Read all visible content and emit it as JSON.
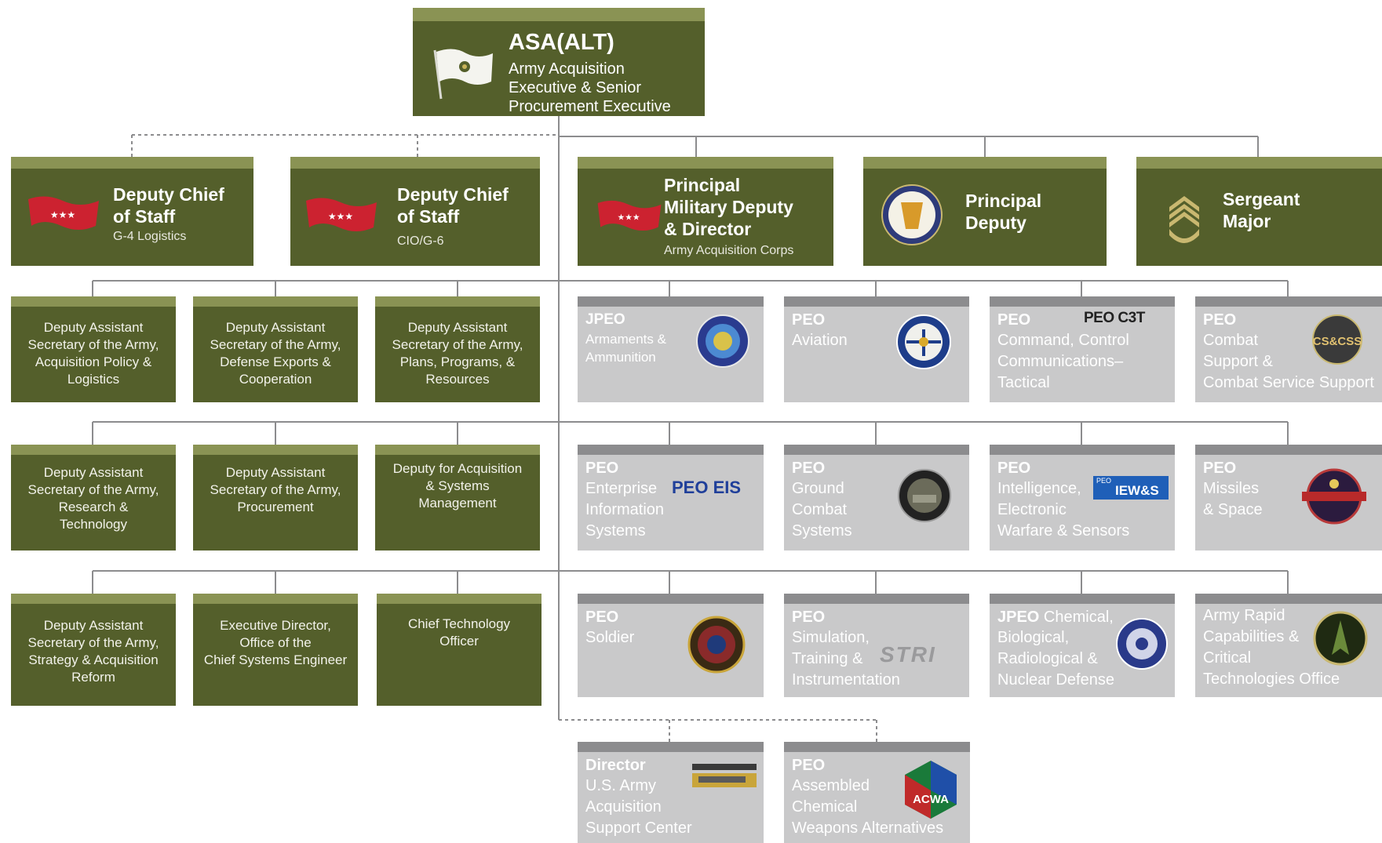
{
  "colors": {
    "green_box": "#545f2b",
    "green_band": "#8a9354",
    "gray_box": "#c9c9ca",
    "gray_band": "#8c8c8e",
    "connector": "#8c8c8e",
    "star_flag": "#cc2230"
  },
  "executive": {
    "title": "ASA(ALT)",
    "line1": "Army Acquisition",
    "line2": "Executive & Senior",
    "line3": "Procurement Executive",
    "icon": "white-star-flag-icon"
  },
  "leaders": [
    {
      "title1": "Deputy Chief",
      "title2": "of Staff",
      "sub": "G-4 Logistics",
      "icon": "three-star-flag-icon"
    },
    {
      "title1": "Deputy Chief",
      "title2": "of Staff",
      "sub": "CIO/G-6",
      "icon": "three-star-flag-icon"
    },
    {
      "title1": "Principal",
      "title2": "Military Deputy",
      "title3": "& Director",
      "sub": "Army Acquisition Corps",
      "icon": "three-star-flag-icon"
    },
    {
      "title1": "Principal",
      "title2": "Deputy",
      "icon": "acquisition-seal-icon"
    },
    {
      "title1": "Sergeant",
      "title2": "Major",
      "icon": "sergeant-major-insignia-icon"
    }
  ],
  "staff_offices": [
    [
      "Deputy Assistant",
      "Secretary of the Army,",
      "Acquisition Policy &",
      "Logistics"
    ],
    [
      "Deputy Assistant",
      "Secretary of the Army,",
      "Defense Exports &",
      "Cooperation"
    ],
    [
      "Deputy Assistant",
      "Secretary of the Army,",
      "Plans, Programs, &",
      "Resources"
    ],
    [
      "Deputy Assistant",
      "Secretary of the Army,",
      "Research &",
      "Technology"
    ],
    [
      "Deputy Assistant",
      "Secretary of the Army,",
      "Procurement"
    ],
    [
      "Deputy for Acquisition",
      "& Systems",
      "Management"
    ],
    [
      "Deputy Assistant",
      "Secretary of the Army,",
      "Strategy & Acquisition",
      "Reform"
    ],
    [
      "Executive Director,",
      "Office of the",
      "Chief Systems Engineer"
    ],
    [
      "Chief Technology",
      "Officer"
    ]
  ],
  "peos": [
    {
      "title": "JPEO",
      "lines": [
        "Armaments &",
        "Ammunition"
      ],
      "icon": "jpeo-aa-seal-icon"
    },
    {
      "title": "PEO",
      "lines": [
        "Aviation"
      ],
      "icon": "aviation-seal-icon"
    },
    {
      "title": "PEO",
      "lines": [
        "Command, Control",
        "Communications–",
        "Tactical"
      ],
      "wordmark": "PEO C3T",
      "icon": "c3t-logo-icon"
    },
    {
      "title": "PEO",
      "lines": [
        "Combat",
        "Support &",
        "Combat Service Support"
      ],
      "wordmark": "CS&CSS",
      "icon": "cscss-logo-icon"
    },
    {
      "title": "PEO",
      "lines": [
        "Enterprise",
        "Information",
        "Systems"
      ],
      "wordmark": "PEO EIS",
      "icon": "eis-logo-icon"
    },
    {
      "title": "PEO",
      "lines": [
        "Ground",
        "Combat",
        "Systems"
      ],
      "icon": "gcs-seal-icon"
    },
    {
      "title": "PEO",
      "lines": [
        "Intelligence,",
        "Electronic",
        "Warfare & Sensors"
      ],
      "wordmark1": "PEO",
      "wordmark2": "IEW&S",
      "icon": "iews-logo-icon"
    },
    {
      "title": "PEO",
      "lines": [
        "Missiles",
        "& Space"
      ],
      "icon": "missiles-space-seal-icon"
    },
    {
      "title": "PEO",
      "lines": [
        "Soldier"
      ],
      "icon": "soldier-seal-icon"
    },
    {
      "title": "PEO",
      "lines": [
        "Simulation,",
        "Training &",
        "Instrumentation"
      ],
      "wordmark": "STRI",
      "icon": "stri-logo-icon"
    },
    {
      "title": "JPEO",
      "title_rest": " Chemical,",
      "lines": [
        "Biological,",
        "Radiological &",
        "Nuclear Defense"
      ],
      "icon": "cbrnd-seal-icon"
    },
    {
      "title": "",
      "lines": [
        "Army Rapid",
        "Capabilities &",
        "Critical",
        "Technologies Office"
      ],
      "icon": "rcco-seal-icon"
    }
  ],
  "bottom_offices": [
    {
      "title": "Director",
      "lines": [
        "U.S. Army",
        "Acquisition",
        "Support Center"
      ],
      "icon": "asc-logo-icon"
    },
    {
      "title": "PEO",
      "lines": [
        "Assembled",
        "Chemical",
        "Weapons Alternatives"
      ],
      "wordmark": "ACWA",
      "icon": "acwa-logo-icon"
    }
  ]
}
